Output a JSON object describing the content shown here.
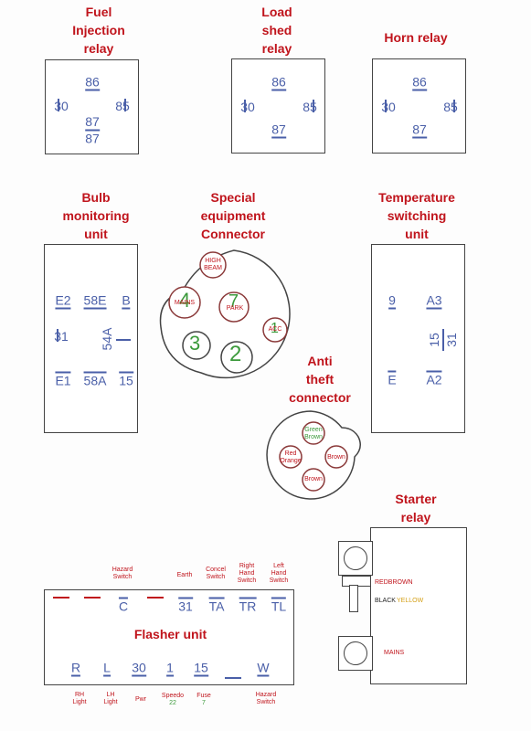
{
  "titles": {
    "fuel_injection_relay": "Fuel\nInjection\nrelay",
    "load_shed_relay": "Load\nshed\nrelay",
    "horn_relay": "Horn relay",
    "bulb_monitoring_unit": "Bulb\nmonitoring\nunit",
    "special_equipment_connector": "Special\nequipment\nConnector",
    "temperature_switching_unit": "Temperature\nswitching\nunit",
    "anti_theft_connector": "Anti\ntheft\nconnector",
    "starter_relay": "Starter\nrelay",
    "flasher_unit": "Flasher unit"
  },
  "fuel_relay": {
    "top": "86",
    "left": "30",
    "right": "85",
    "bottom_a": "87",
    "bottom_b": "87"
  },
  "load_relay": {
    "top": "86",
    "left": "30",
    "right": "85",
    "bottom": "87"
  },
  "horn_relay": {
    "top": "86",
    "left": "30",
    "right": "85",
    "bottom": "87"
  },
  "bulb_unit": {
    "e2": "E2",
    "p58e": "58E",
    "b": "B",
    "p31": "31",
    "p54a": "54A",
    "e1": "E1",
    "p58a": "58A",
    "p15": "15"
  },
  "special_connector": {
    "high_beam": "HIGH\nBEAM",
    "mains": "MAINS",
    "mains_num": "4",
    "park": "PARK",
    "park_num": "7",
    "acc": "ACC",
    "acc_num": "1",
    "pin3": "3",
    "pin2": "2"
  },
  "temp_unit": {
    "p9": "9",
    "a3": "A3",
    "p15": "15",
    "p31": "31",
    "e": "E",
    "a2": "A2"
  },
  "anti_theft": {
    "top": "Green\nBrown",
    "left": "Red\nOrange",
    "right": "Brown",
    "bottom": "Brown"
  },
  "starter": {
    "redbrown": "REDBROWN",
    "black": "BLACK",
    "yellow": "YELLOW",
    "mains": "MAINS"
  },
  "flasher": {
    "top_labels": {
      "hazard_switch": "Hazard\nSwitch",
      "earth": "Earth",
      "concel_switch": "Concel\nSwitch",
      "right_hand_switch": "Right\nHand\nSwitch",
      "left_hand_switch": "Left\nHand\nSwitch"
    },
    "top_pins": {
      "c": "C",
      "p31": "31",
      "ta": "TA",
      "tr": "TR",
      "tl": "TL"
    },
    "bottom_pins": {
      "r": "R",
      "l": "L",
      "p30": "30",
      "p1": "1",
      "p15": "15",
      "w": "W"
    },
    "bottom_labels": {
      "rh_light": "RH\nLight",
      "lh_light": "LH\nLight",
      "pwr": "Pwr",
      "speedo": "Speedo",
      "speedo_num": "22",
      "fuse": "Fuse",
      "fuse_num": "7",
      "hazard_switch": "Hazard\nSwitch"
    }
  },
  "colors": {
    "title_red": "#c0141c",
    "pin_blue": "#4a5fa8",
    "pin_green": "#3c9a3c",
    "outline": "#444444",
    "yellow": "#d4a017"
  }
}
